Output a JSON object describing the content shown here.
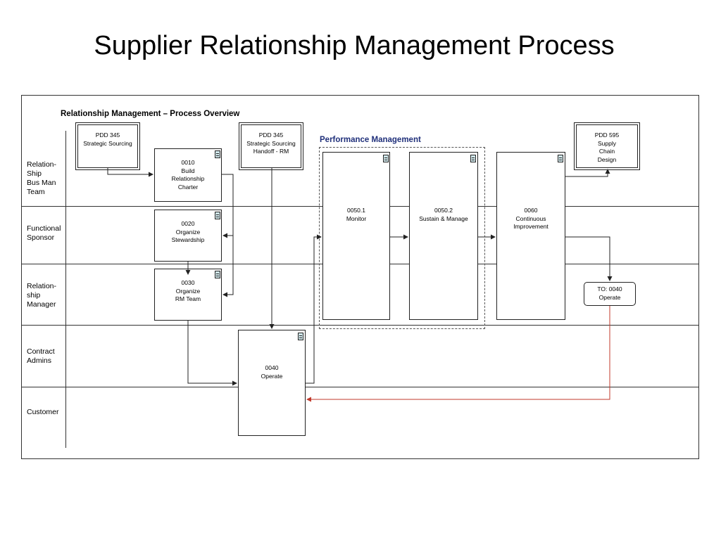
{
  "slide_title": "Supplier Relationship Management Process",
  "diagram_title": "Relationship Management – Process Overview",
  "performance_group_title": "Performance Management",
  "lanes": [
    "Relation-\nShip\nBus Man\nTeam",
    "Functional\nSponsor",
    "Relation-\nship\nManager",
    "Contract\nAdmins",
    "Customer"
  ],
  "boxes": {
    "pdd345_strategic_sourcing": "PDD 345\nStrategic Sourcing",
    "build_relationship_charter": "0010\nBuild\nRelationship\nCharter",
    "pdd345_handoff": "PDD 345\nStrategic Sourcing\nHandoff - RM",
    "organize_stewardship": "0020\nOrganize\nStewardship",
    "organize_rm_team": "0030\nOrganize\nRM Team",
    "operate": "0040\nOperate",
    "monitor": "0050.1\nMonitor",
    "sustain_manage": "0050.2\nSustain & Manage",
    "continuous_improvement": "0060\nContinuous\nImprovement",
    "pdd595_supply_chain": "PDD 595\nSupply\nChain\nDesign",
    "to_operate": "TO: 0040\nOperate"
  },
  "colors": {
    "connector": "#222222",
    "return_connector": "#c0392b",
    "group_title": "#1f2f7a",
    "doc_icon": "#cfe6ea"
  },
  "icons": [
    "document-icon"
  ]
}
